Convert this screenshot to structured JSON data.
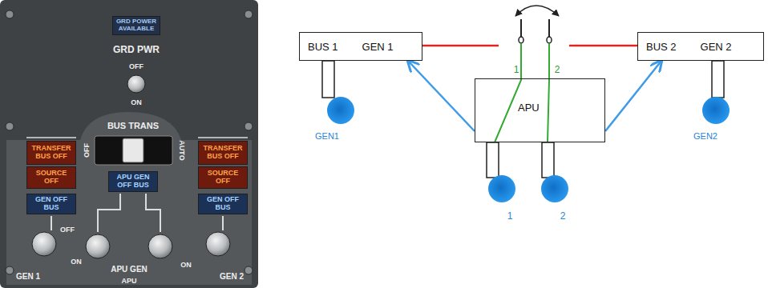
{
  "diagram": {
    "nodes": [
      {
        "text": [
          "GRD POWER AVAILABLE"
        ]
      },
      {
        "text": [
          "TRANSFER BUS OFF"
        ]
      },
      {
        "text": [
          "SOURCE OFF"
        ]
      },
      {
        "text": [
          "GEN OFF BUS"
        ]
      },
      {
        "text": [
          "APU GEN OFF BUS"
        ]
      },
      {
        "text": [
          "TRANSFER BUS OFF"
        ]
      },
      {
        "text": [
          "SOURCE OFF"
        ]
      },
      {
        "text": [
          "GEN OFF BUS"
        ]
      },
      {
        "text": [
          "BUS 1",
          "GEN 1"
        ]
      },
      {
        "text": [
          "BUS 2",
          "GEN 2"
        ]
      },
      {
        "text": [
          "APU"
        ]
      }
    ],
    "edges": [
      {
        "from": 10,
        "to": 8,
        "arrow": "to"
      },
      {
        "from": 10,
        "to": 9,
        "arrow": "to"
      }
    ],
    "labels": [
      "GRD PWR",
      "OFF",
      "ON",
      "BUS TRANS",
      "OFF",
      "AUTO",
      "OFF",
      "ON",
      "GEN 1",
      "APU GEN",
      "ON",
      "GEN 2",
      "APU",
      "1",
      "2",
      "GEN1",
      "GEN2",
      "1",
      "2"
    ]
  }
}
